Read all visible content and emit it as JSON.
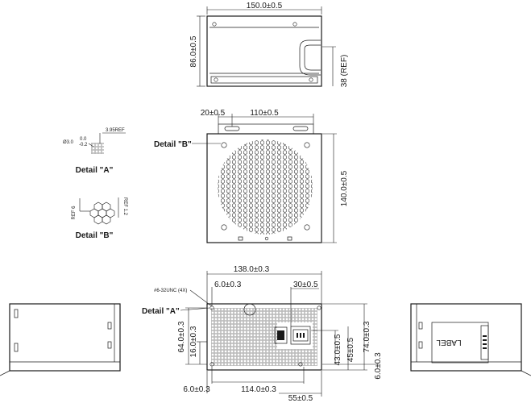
{
  "top_view": {
    "width_dim": "150.0±0.5",
    "height_dim": "86.0±0.5",
    "ref_dim": "38 (REF)"
  },
  "front_view": {
    "left_dim": "20±0.5",
    "span_dim": "110±0.5",
    "height_dim": "140.0±0.5",
    "callout": "Detail \"B\""
  },
  "detail_a": {
    "title": "Detail \"A\"",
    "dia": "Ø3.0",
    "tol_upper": "0.0",
    "tol_lower": "-0.2",
    "ref": "3.95REF"
  },
  "detail_b": {
    "title": "Detail \"B\"",
    "ref6": "REF 6",
    "ref12": "REF 1.2"
  },
  "rear_view": {
    "width_dim": "138.0±0.3",
    "screw_note": "#6-32UNC (4X)",
    "dim_6_top": "6.0±0.3",
    "dim_30": "30±0.5",
    "callout": "Detail \"A\"",
    "dim_64": "64.0±0.3",
    "dim_16": "16.0±0.3",
    "dim_43": "43.0±0.5",
    "dim_45": "45±0.5",
    "dim_74": "74.0±0.3",
    "dim_6_right": "6.0±0.3",
    "dim_6_bottom": "6.0±0.3",
    "dim_114": "114.0±0.3",
    "dim_55": "55±0.5"
  },
  "right_side": {
    "label_text": "LABEL"
  }
}
